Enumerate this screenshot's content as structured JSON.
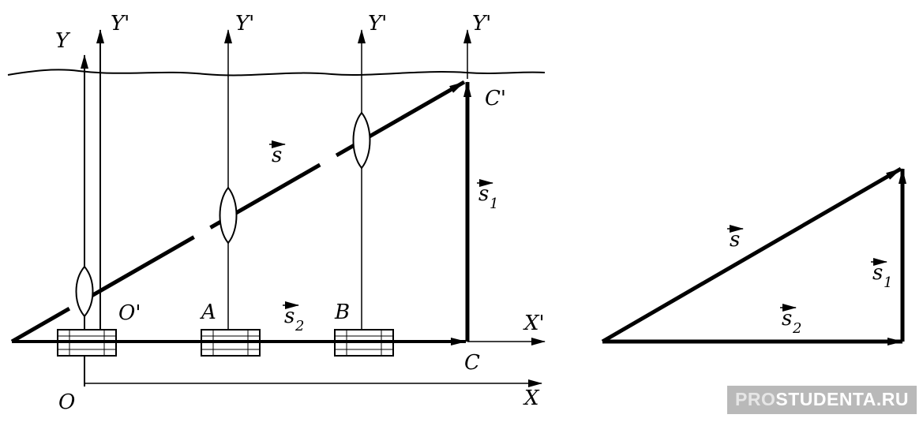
{
  "labels": {
    "y": "Y",
    "y_prime": "Y'",
    "x": "X",
    "x_prime": "X'",
    "o": "O",
    "o_prime": "O'",
    "a": "A",
    "b": "B",
    "c": "C",
    "c_prime": "C'",
    "s": "s",
    "s_base": "s",
    "sub1": "1",
    "sub2": "2"
  },
  "watermark": {
    "part1": "PRO",
    "part2": "STUDENTA.RU"
  },
  "colors": {
    "ink": "#000000",
    "watermark_bg": "#b9b9b9",
    "watermark_light": "#e6e6e6"
  }
}
